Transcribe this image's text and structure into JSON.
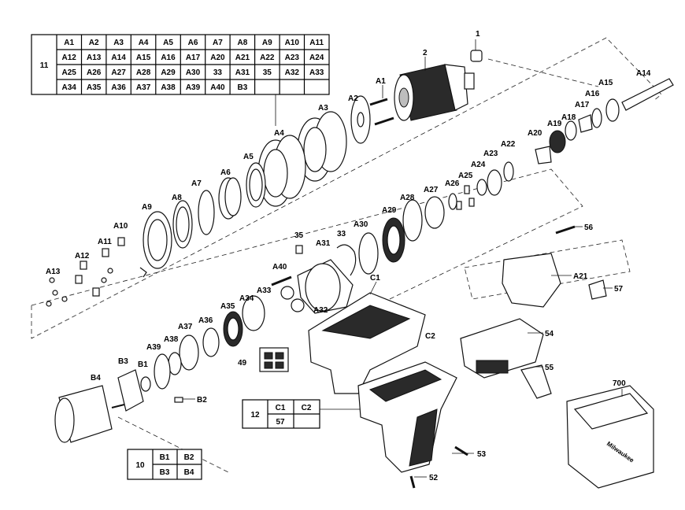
{
  "kit_tables": [
    {
      "number": "11",
      "rows": [
        [
          "A1",
          "A2",
          "A3",
          "A4",
          "A5",
          "A6",
          "A7",
          "A8",
          "A9",
          "A10",
          "A11"
        ],
        [
          "A12",
          "A13",
          "A14",
          "A15",
          "A16",
          "A17",
          "A20",
          "A21",
          "A22",
          "A23",
          "A24"
        ],
        [
          "A25",
          "A26",
          "A27",
          "A28",
          "A29",
          "A30",
          "33",
          "A31",
          "35",
          "A32",
          "A33"
        ],
        [
          "A34",
          "A35",
          "A36",
          "A37",
          "A38",
          "A39",
          "A40",
          "B3",
          "",
          "",
          ""
        ]
      ]
    },
    {
      "number": "12",
      "rows": [
        [
          "C1",
          "C2"
        ],
        [
          "57",
          ""
        ]
      ]
    },
    {
      "number": "10",
      "rows": [
        [
          "B1",
          "B2"
        ],
        [
          "B3",
          "B4"
        ]
      ]
    }
  ],
  "labels": {
    "p1": "1",
    "p2": "2",
    "A1": "A1",
    "A2": "A2",
    "A3": "A3",
    "A4": "A4",
    "A5": "A5",
    "A6": "A6",
    "A7": "A7",
    "A8": "A8",
    "A9": "A9",
    "A10": "A10",
    "A11": "A11",
    "A12": "A12",
    "A13": "A13",
    "A14": "A14",
    "A15": "A15",
    "A16": "A16",
    "A17": "A17",
    "A18": "A18",
    "A19": "A19",
    "A20": "A20",
    "A21": "A21",
    "A22": "A22",
    "A23": "A23",
    "A24": "A24",
    "A25": "A25",
    "A26": "A26",
    "A27": "A27",
    "A28": "A28",
    "A29": "A29",
    "A30": "A30",
    "A31": "A31",
    "A32": "A32",
    "A33": "A33",
    "A34": "A34",
    "A35": "A35",
    "A36": "A36",
    "A37": "A37",
    "A38": "A38",
    "A39": "A39",
    "A40": "A40",
    "p33": "33",
    "p35": "35",
    "p49": "49",
    "p52": "52",
    "p53": "53",
    "p54": "54",
    "p55": "55",
    "p56": "56",
    "p57": "57",
    "p700": "700",
    "B1": "B1",
    "B2": "B2",
    "B3": "B3",
    "B4": "B4",
    "C1": "C1",
    "C2": "C2"
  },
  "case_logo": "Milwaukee"
}
